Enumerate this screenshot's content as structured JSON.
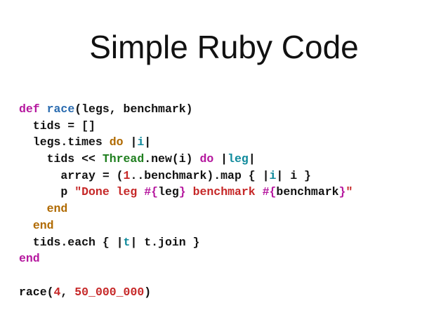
{
  "slide": {
    "title": "Simple Ruby Code"
  },
  "colors": {
    "keyword": "#b5179e",
    "method_name": "#2b6cb0",
    "block_var": "#0f8a9c",
    "end_keyword": "#b06a00",
    "class_name": "#1f7f1f",
    "string": "#c62828",
    "number": "#c62828",
    "default": "#111111"
  },
  "code": {
    "lines": [
      [
        {
          "t": "def",
          "c": "keyword"
        },
        {
          "t": " ",
          "c": "default"
        },
        {
          "t": "race",
          "c": "method_name"
        },
        {
          "t": "(legs, benchmark)",
          "c": "default"
        }
      ],
      [
        {
          "t": "  tids = []",
          "c": "default"
        }
      ],
      [
        {
          "t": "  legs.times ",
          "c": "default"
        },
        {
          "t": "do",
          "c": "end_keyword"
        },
        {
          "t": " |",
          "c": "default"
        },
        {
          "t": "i",
          "c": "block_var"
        },
        {
          "t": "|",
          "c": "default"
        }
      ],
      [
        {
          "t": "    tids << ",
          "c": "default"
        },
        {
          "t": "Thread",
          "c": "class_name"
        },
        {
          "t": ".new(i) ",
          "c": "default"
        },
        {
          "t": "do",
          "c": "keyword"
        },
        {
          "t": " |",
          "c": "default"
        },
        {
          "t": "leg",
          "c": "block_var"
        },
        {
          "t": "|",
          "c": "default"
        }
      ],
      [
        {
          "t": "      array = (",
          "c": "default"
        },
        {
          "t": "1",
          "c": "number"
        },
        {
          "t": "..benchmark).map { |",
          "c": "default"
        },
        {
          "t": "i",
          "c": "block_var"
        },
        {
          "t": "| i }",
          "c": "default"
        }
      ],
      [
        {
          "t": "      p ",
          "c": "default"
        },
        {
          "t": "\"Done leg ",
          "c": "string"
        },
        {
          "t": "#{",
          "c": "keyword"
        },
        {
          "t": "leg",
          "c": "default"
        },
        {
          "t": "}",
          "c": "keyword"
        },
        {
          "t": " benchmark ",
          "c": "string"
        },
        {
          "t": "#{",
          "c": "keyword"
        },
        {
          "t": "benchmark",
          "c": "default"
        },
        {
          "t": "}",
          "c": "keyword"
        },
        {
          "t": "\"",
          "c": "string"
        }
      ],
      [
        {
          "t": "    ",
          "c": "default"
        },
        {
          "t": "end",
          "c": "end_keyword"
        }
      ],
      [
        {
          "t": "  ",
          "c": "default"
        },
        {
          "t": "end",
          "c": "end_keyword"
        }
      ],
      [
        {
          "t": "  tids.each { |",
          "c": "default"
        },
        {
          "t": "t",
          "c": "block_var"
        },
        {
          "t": "| t.join }",
          "c": "default"
        }
      ],
      [
        {
          "t": "end",
          "c": "keyword"
        }
      ],
      [
        {
          "t": "",
          "c": "default"
        }
      ],
      [
        {
          "t": "race(",
          "c": "default"
        },
        {
          "t": "4",
          "c": "number"
        },
        {
          "t": ", ",
          "c": "default"
        },
        {
          "t": "50_000_000",
          "c": "number"
        },
        {
          "t": ")",
          "c": "default"
        }
      ]
    ]
  }
}
